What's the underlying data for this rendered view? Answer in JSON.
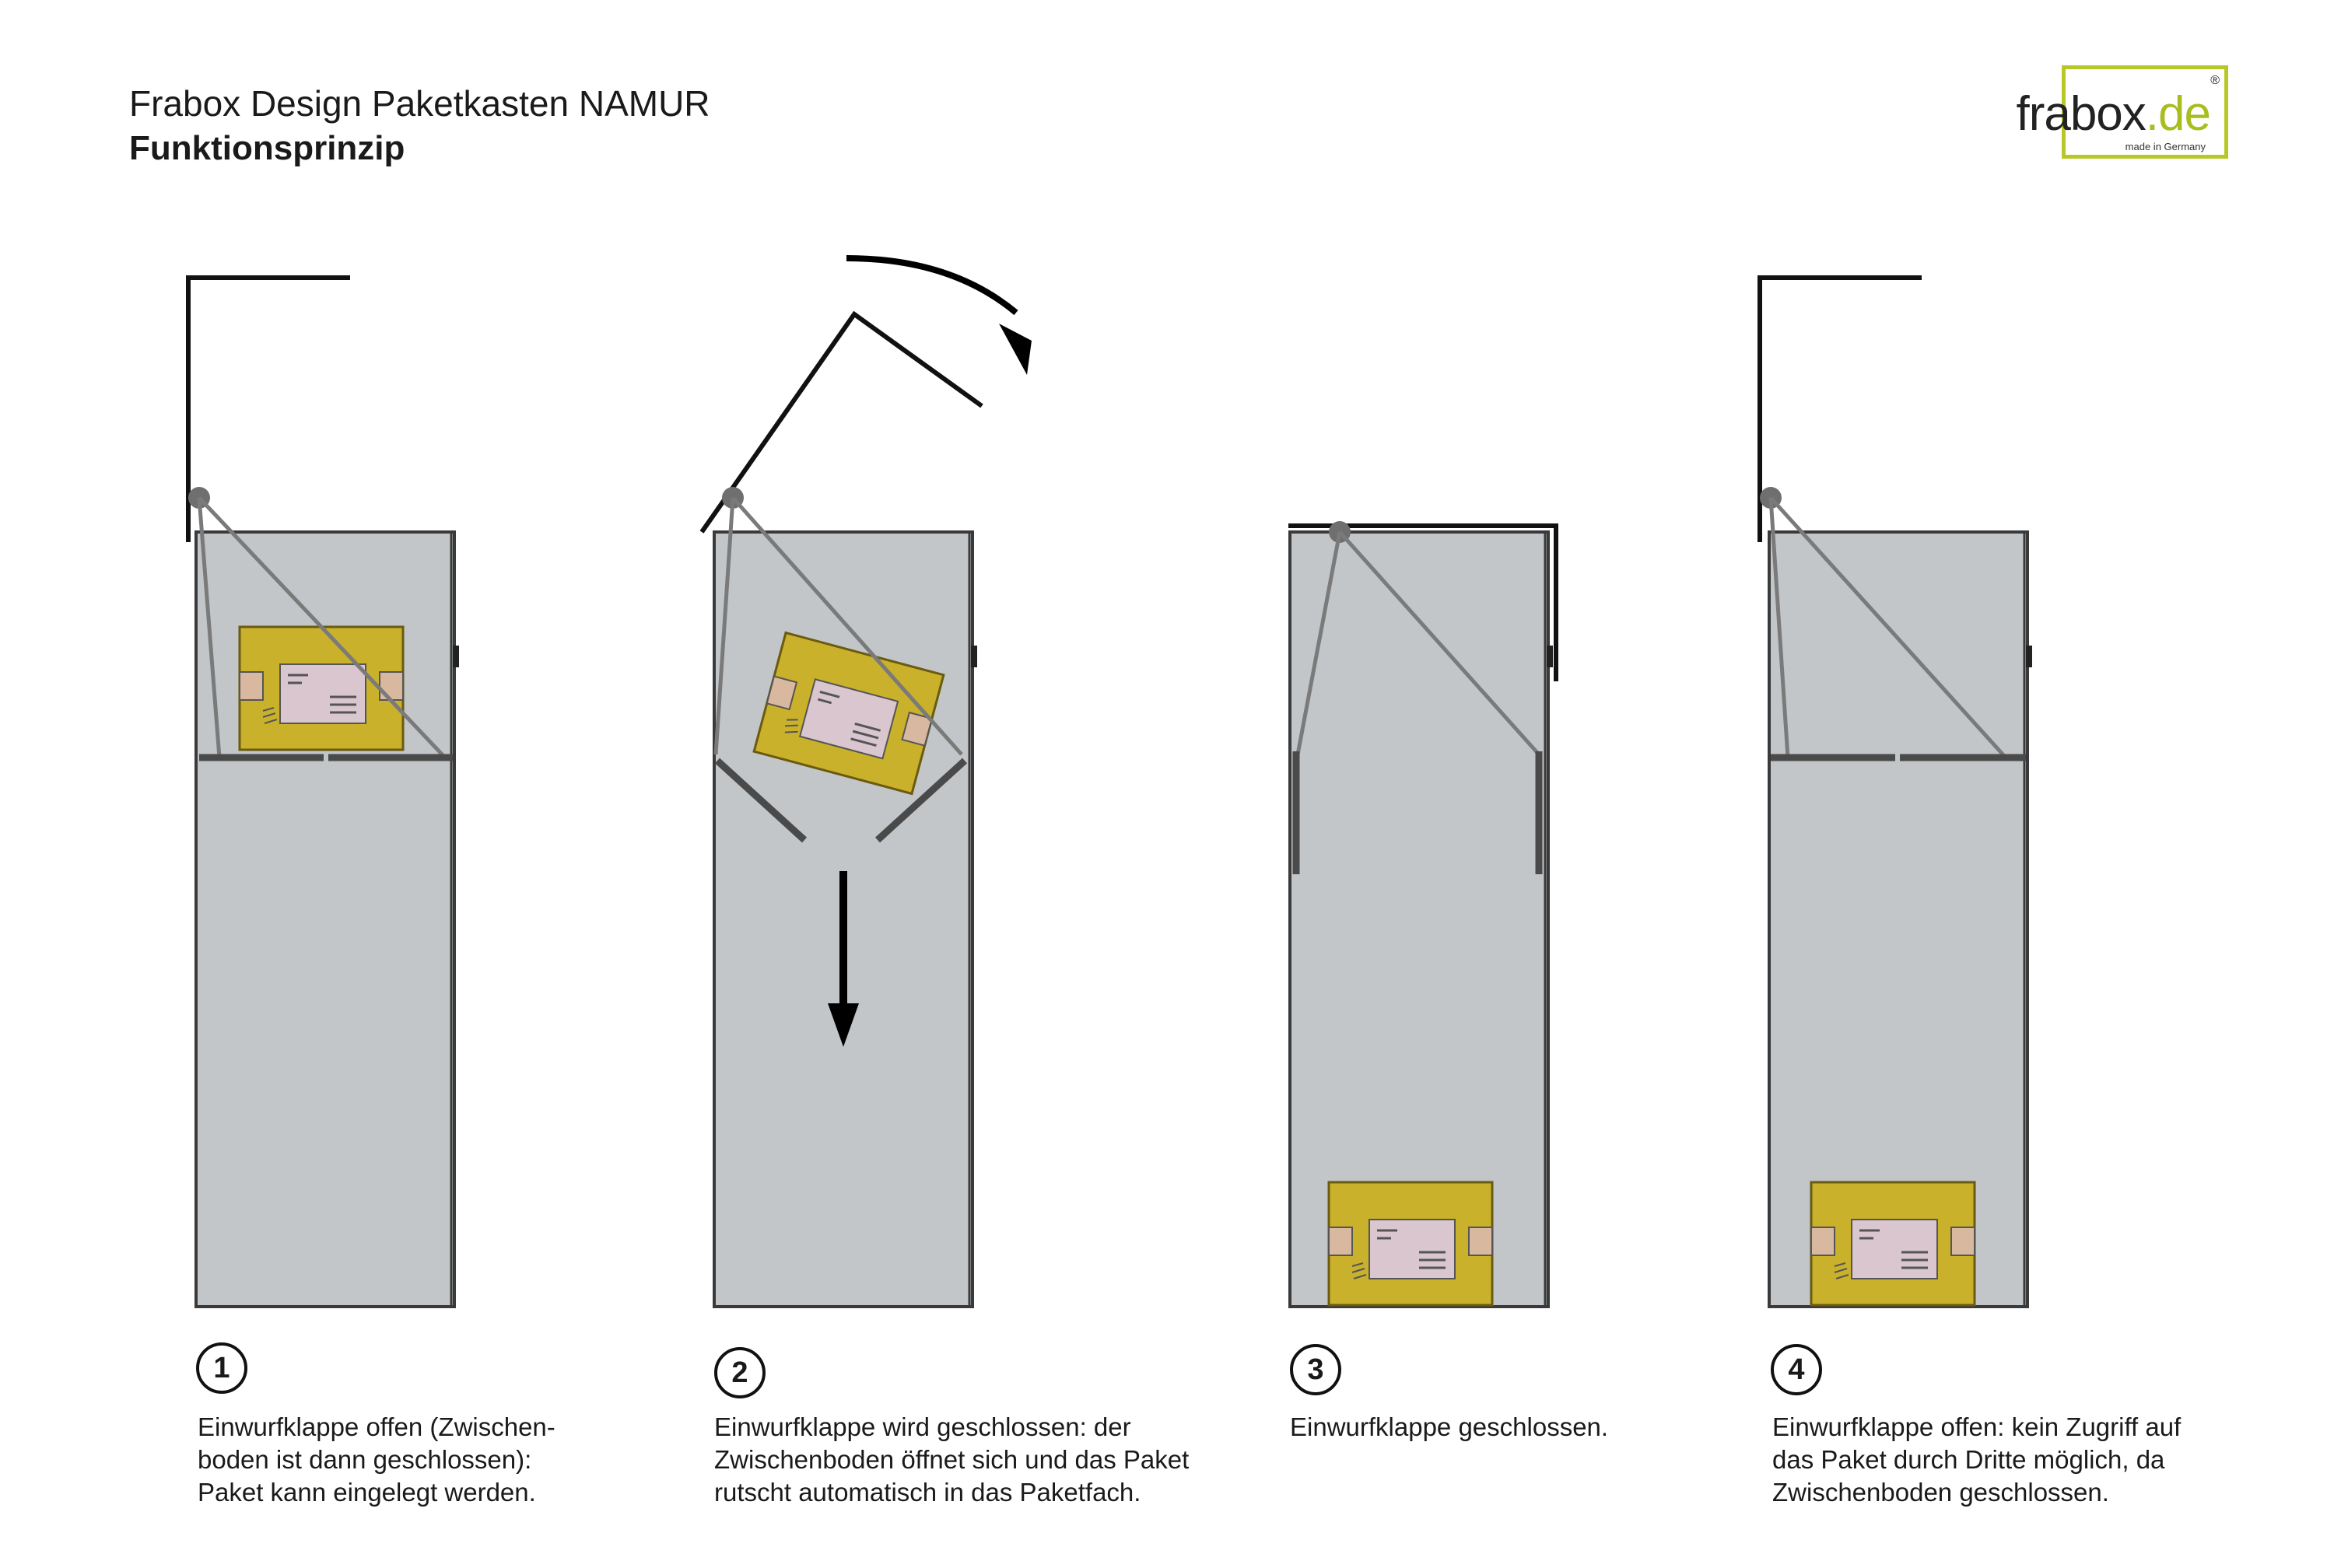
{
  "header": {
    "title": "Frabox Design Paketkasten NAMUR",
    "subtitle": "Funktionsprinzip"
  },
  "logo": {
    "name": "frabox",
    "tld": ".de",
    "registered": "®",
    "tagline": "made in Germany"
  },
  "colors": {
    "box": "#c2c6c8",
    "box_border": "#3a3a3a",
    "package": "#c9b12b",
    "label": "#d9c6cf",
    "tape": "#d9b8a0",
    "frame": "#7a7a7a",
    "lid": "#111111",
    "accent": "#b7c826"
  },
  "steps": [
    {
      "number": "1",
      "lines": [
        "Einwurfklappe offen (Zwischen-",
        "boden ist dann geschlossen):",
        "Paket kann eingelegt werden."
      ]
    },
    {
      "number": "2",
      "lines": [
        "Einwurfklappe wird geschlossen: der",
        "Zwischenboden öffnet sich und das Paket",
        "rutscht automatisch in das Paketfach."
      ]
    },
    {
      "number": "3",
      "lines": [
        "Einwurfklappe geschlossen."
      ]
    },
    {
      "number": "4",
      "lines": [
        "Einwurfklappe offen: kein Zugriff auf",
        "das Paket durch Dritte möglich, da",
        "Zwischenboden geschlossen."
      ]
    }
  ]
}
